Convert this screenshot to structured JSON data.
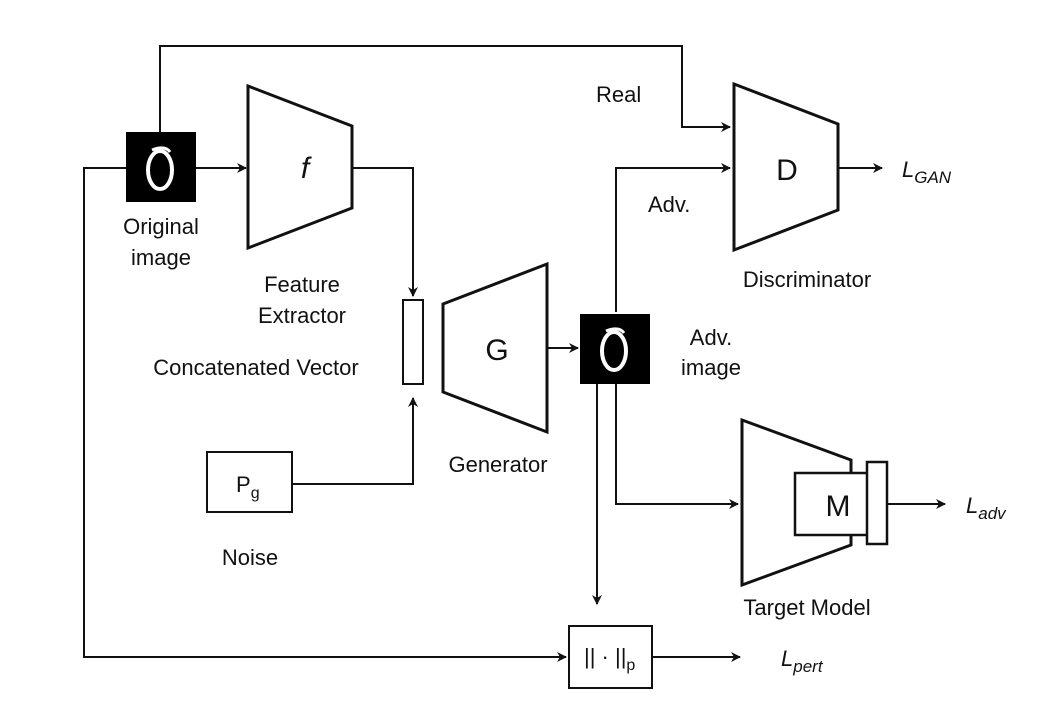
{
  "labels": {
    "real": "Real",
    "adv": "Adv.",
    "original_image_1": "Original",
    "original_image_2": "image",
    "feature_extractor_1": "Feature",
    "feature_extractor_2": "Extractor",
    "concatenated_vector": "Concatenated Vector",
    "generator": "Generator",
    "noise": "Noise",
    "adv_image_1": "Adv.",
    "adv_image_2": "image",
    "discriminator": "Discriminator",
    "target_model": "Target Model"
  },
  "blocks": {
    "f": "f",
    "G": "G",
    "D": "D",
    "M": "M",
    "pg_main": "P",
    "pg_sub": "g",
    "norm_main": "|| · ||",
    "norm_sub": "p"
  },
  "losses": {
    "gan_main": "L",
    "gan_sub": "GAN",
    "adv_main": "L",
    "adv_sub": "adv",
    "pert_main": "L",
    "pert_sub": "pert"
  },
  "icons": {
    "original_image": "digit-zero-thumbnail",
    "adv_image": "digit-zero-thumbnail"
  }
}
